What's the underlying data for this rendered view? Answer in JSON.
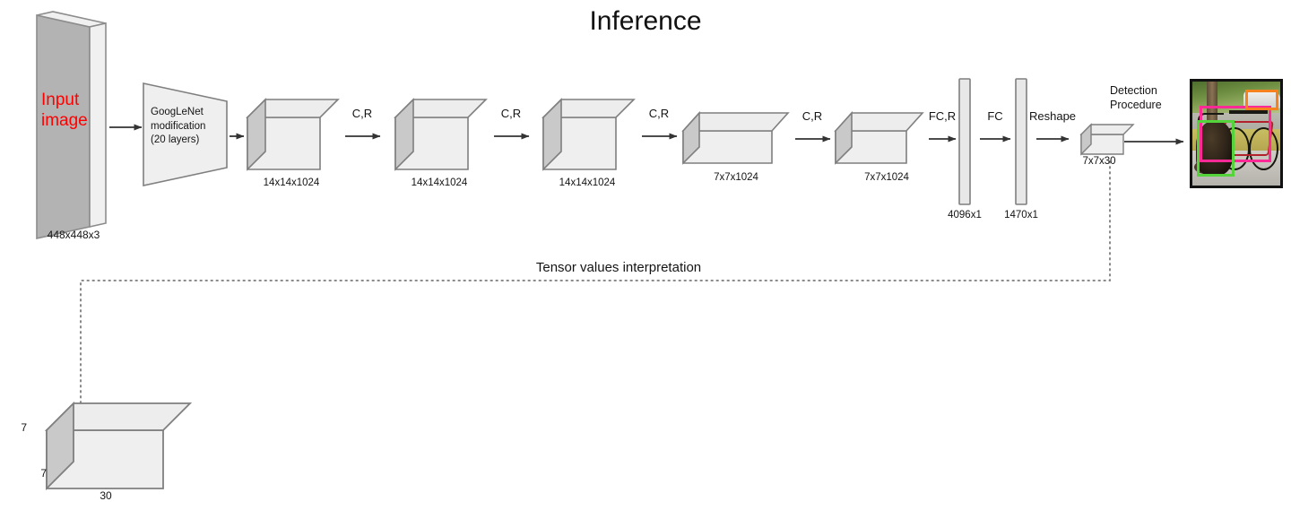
{
  "diagram": {
    "title": "Inference",
    "input": {
      "overlay_label": "Input\nimage",
      "caption": "448x448x3"
    },
    "backbone": {
      "inner_label": "GoogLeNet\nmodification\n(20 layers)"
    },
    "stages": [
      {
        "op": "",
        "caption": "14x14x1024"
      },
      {
        "op": "C,R",
        "caption": "14x14x1024"
      },
      {
        "op": "C,R",
        "caption": "14x14x1024"
      },
      {
        "op": "C,R",
        "caption": "7x7x1024"
      },
      {
        "op": "C,R",
        "caption": "7x7x1024"
      },
      {
        "op": "FC,R",
        "caption": "4096x1"
      },
      {
        "op": "FC",
        "caption": "1470x1"
      },
      {
        "op": "Reshape",
        "caption": "7x7x30"
      }
    ],
    "detection": {
      "label": "Detection\nProcedure",
      "boxes": [
        {
          "name": "dog",
          "color": "#55d33a"
        },
        {
          "name": "bicycle",
          "color": "#ff2a95"
        },
        {
          "name": "car",
          "color": "#f5811f"
        }
      ]
    },
    "interpretation": {
      "link_label": "Tensor values interpretation",
      "tensor": {
        "height_label": "7",
        "depth_label": "7",
        "width_label": "30"
      }
    },
    "colors": {
      "box_front": "#efefef",
      "box_top": "#ededed",
      "box_side": "#c9c9c9",
      "stroke": "#7f7f7f",
      "input_slab": "#b3b3b3",
      "accent_red": "#ff0000",
      "arrow": "#333333",
      "dotted": "#7a7a7a"
    }
  }
}
